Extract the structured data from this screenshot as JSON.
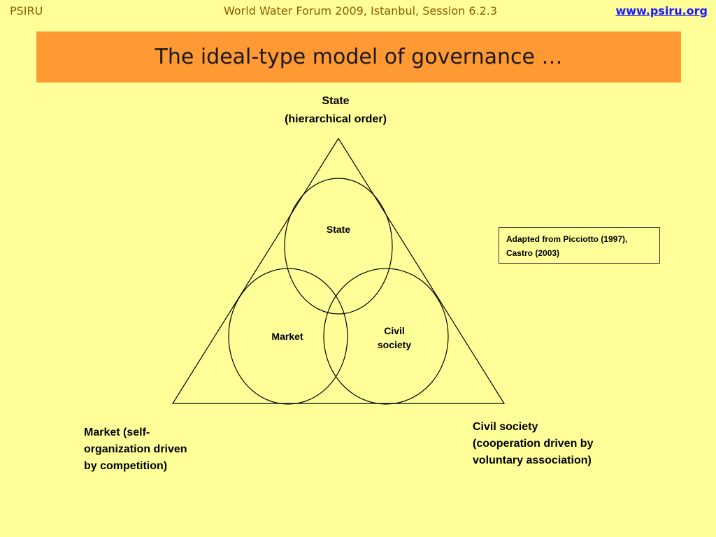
{
  "header": {
    "left": "PSIRU",
    "center": "World Water Forum 2009, Istanbul, Session 6.2.3",
    "right": "www.psiru.org"
  },
  "title": "The ideal-type model of governance …",
  "apex": {
    "line1": "State",
    "line2": "(hierarchical order)"
  },
  "circles": {
    "top": "State",
    "left": "Market",
    "right_line1": "Civil",
    "right_line2": "society"
  },
  "source_note": {
    "line1": "Adapted from Picciotto (1997),",
    "line2": "Castro (2003)"
  },
  "corner_left": {
    "line1": "Market (self-",
    "line2": "organization driven",
    "line3": "by competition)"
  },
  "corner_right": {
    "line1": "Civil society",
    "line2": "(cooperation driven by",
    "line3": "voluntary association)"
  },
  "colors": {
    "background": "#ffff99",
    "title_bar": "#ff9933",
    "header_text": "#8b5a00",
    "link": "#1a1aff"
  }
}
